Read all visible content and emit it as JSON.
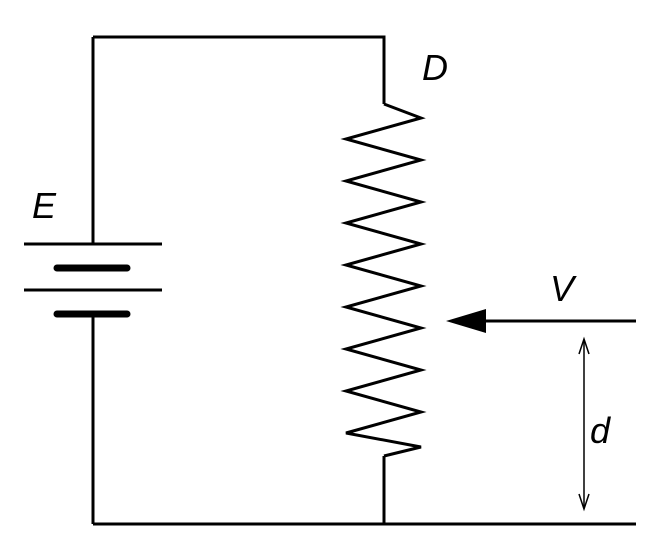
{
  "labels": {
    "emf": "E",
    "end": "D",
    "voltage": "V",
    "distance": "d"
  },
  "colors": {
    "stroke": "#000000",
    "background": "#ffffff"
  }
}
